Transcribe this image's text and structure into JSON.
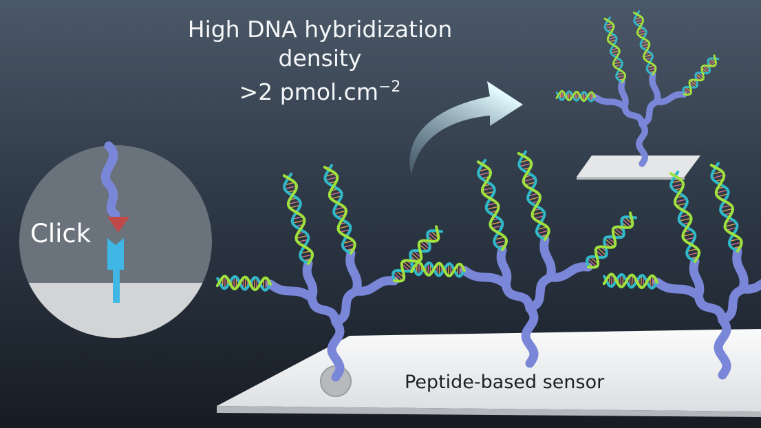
{
  "title": {
    "line1": "High DNA hybridization",
    "line2": "density",
    "line3_prefix": ">2 pmol.cm",
    "line3_exponent": "−2"
  },
  "inset_label": "Click",
  "substrate_label": "Peptide-based sensor",
  "colors": {
    "peptide": "#7a86d8",
    "dna_strand_a": "#9fe23e",
    "dna_strand_b": "#2fb9c9",
    "click_alkyne": "#c04a4a",
    "click_azide": "#3fb6e3",
    "arrow": "#d9f6fb",
    "substrate": "#eef0f2"
  }
}
